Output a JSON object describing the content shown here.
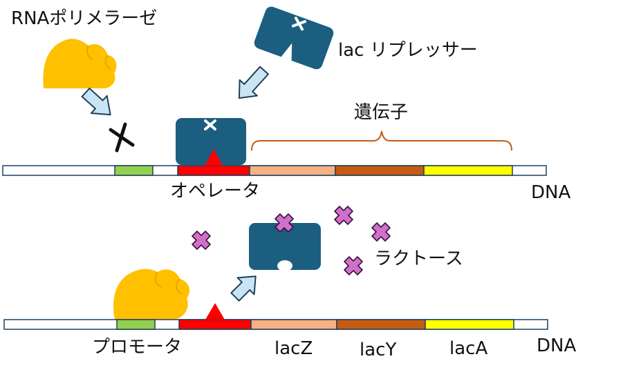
{
  "labels": {
    "rna_polymerase": "RNAポリメラーゼ",
    "lac_repressor": "lac リプレッサー",
    "genes": "遺伝子",
    "operator": "オペレータ",
    "dna_top": "DNA",
    "lactose": "ラクトース",
    "promoter": "プロモータ",
    "lacZ": "lacZ",
    "lacY": "lacY",
    "lacA": "lacA",
    "dna_bottom": "DNA"
  },
  "colors": {
    "polymerase": "#ffc000",
    "repressor": "#1b5e80",
    "arrow_fill": "#c9e5f5",
    "arrow_stroke": "#1f3f5a",
    "promoter": "#92d050",
    "operator": "#ff0000",
    "lacZ": "#f4b183",
    "lacY": "#c55a11",
    "lacA": "#ffff00",
    "lactose": "#d070c8",
    "brace": "#c55a11"
  }
}
